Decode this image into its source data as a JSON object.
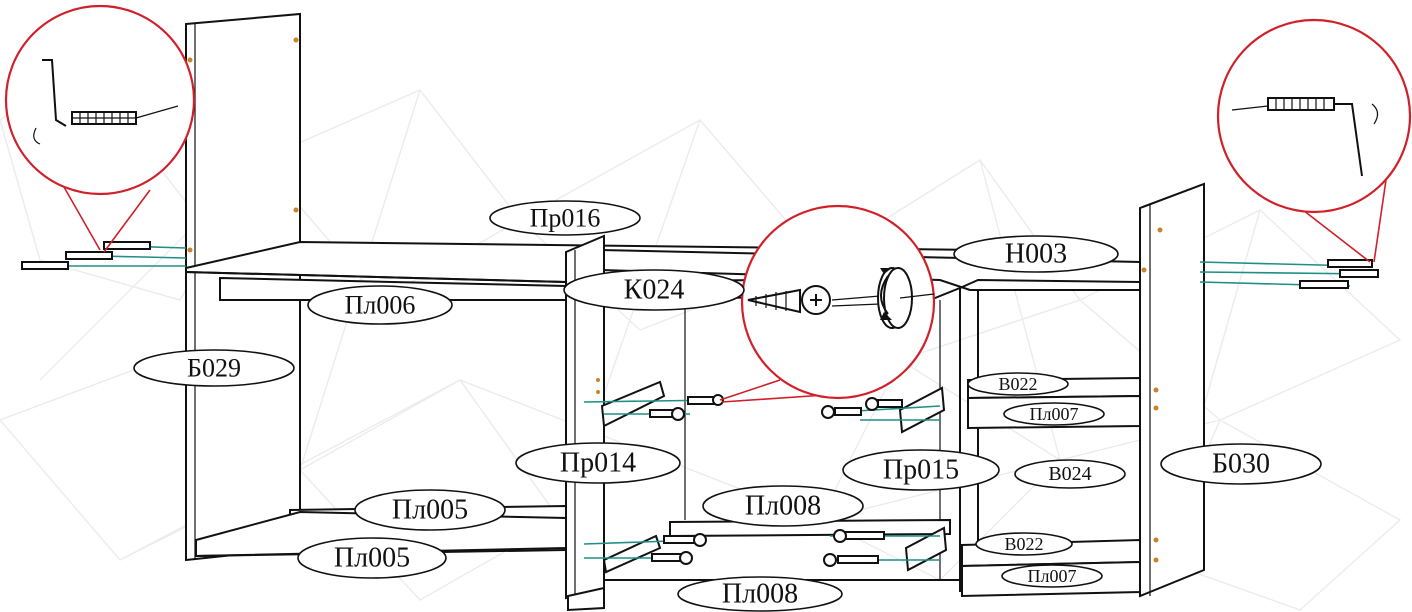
{
  "labels": {
    "pr016": "Пр016",
    "h003": "Н003",
    "k024": "К024",
    "pl006": "Пл006",
    "b029": "Б029",
    "b022_top": "В022",
    "pl007_top": "Пл007",
    "pr014": "Пр014",
    "pr015": "Пр015",
    "b024": "В024",
    "b030": "Б030",
    "pl005_a": "Пл005",
    "pl008_a": "Пл008",
    "pl005_b": "Пл005",
    "b022_bottom": "В022",
    "pl007_bottom": "Пл007",
    "pl008_b": "Пл008"
  },
  "colors": {
    "callout": "#d0202a",
    "axis_lines": "#1f8f86",
    "hinge_dots": "#c8842a",
    "outline": "#111111"
  },
  "icons": {
    "left_callout": "hex-key-dowel-icon",
    "right_callout": "hex-key-dowel-icon",
    "center_callout": "screwdriver-screw-icon"
  }
}
